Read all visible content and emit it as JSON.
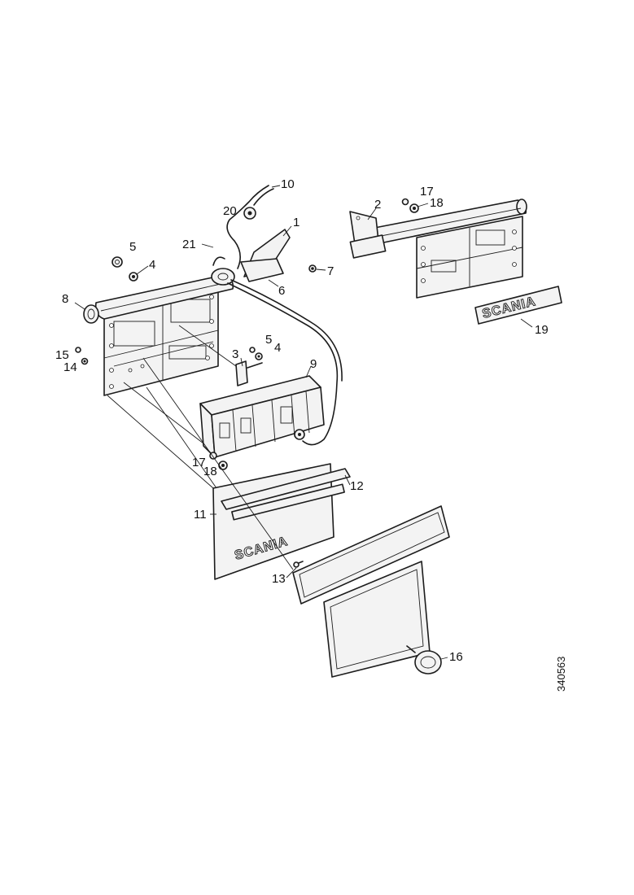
{
  "callouts": {
    "c1": "1",
    "c2": "2",
    "c3": "3",
    "c4a": "4",
    "c4b": "4",
    "c5a": "5",
    "c5b": "5",
    "c6": "6",
    "c7": "7",
    "c8": "8",
    "c9": "9",
    "c10": "10",
    "c11": "11",
    "c12": "12",
    "c13": "13",
    "c14": "14",
    "c15": "15",
    "c16": "16",
    "c17a": "17",
    "c17b": "17",
    "c18a": "18",
    "c18b": "18",
    "c19": "19",
    "c20": "20",
    "c21": "21"
  },
  "brand_text": "SCANIA",
  "document_number": "340563"
}
